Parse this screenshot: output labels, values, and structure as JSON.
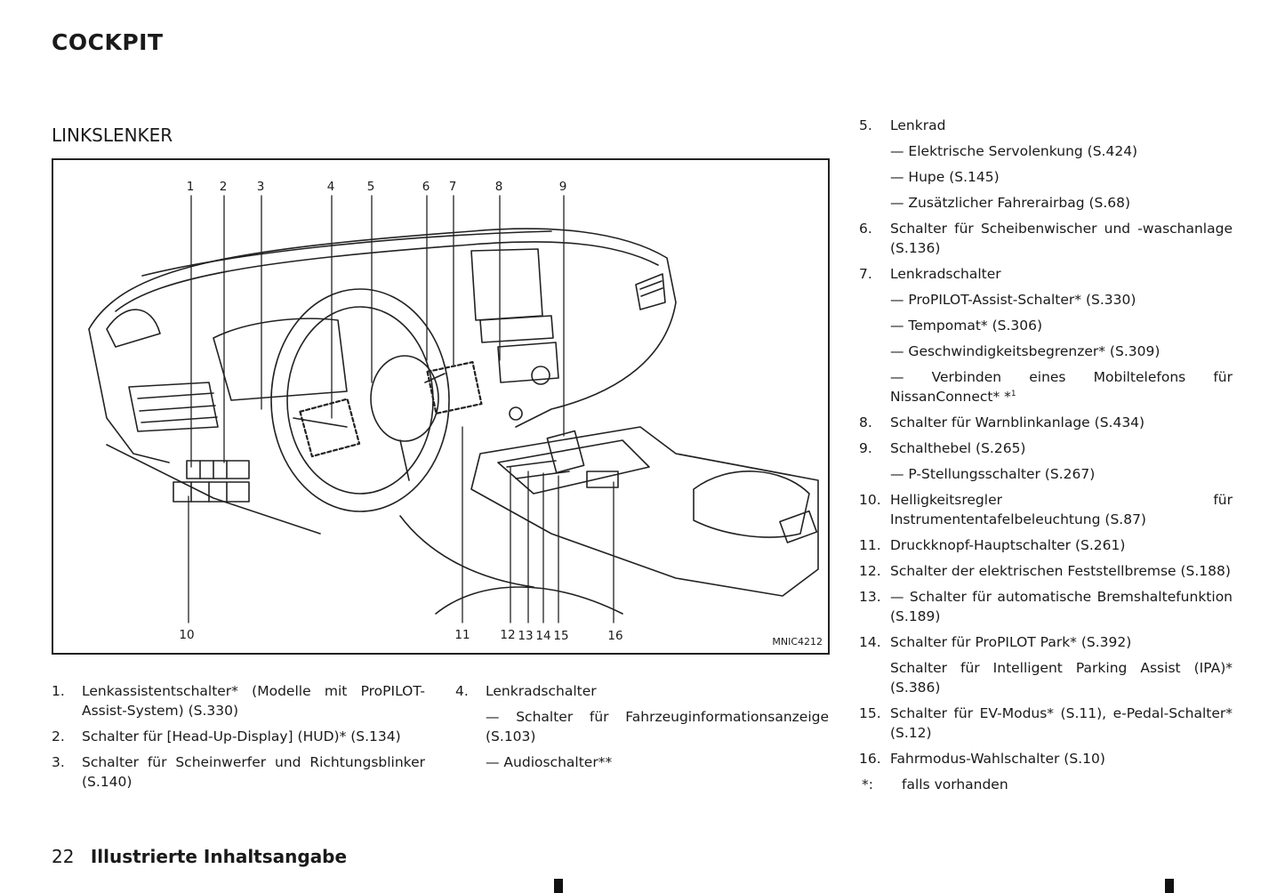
{
  "page": {
    "title": "COCKPIT",
    "section": "LINKSLENKER",
    "figure_code": "MNIC4212",
    "callouts_top": [
      "1",
      "2",
      "3",
      "4",
      "5",
      "6",
      "7",
      "8",
      "9"
    ],
    "callouts_bottom": [
      "10",
      "11",
      "12",
      "13",
      "14",
      "15",
      "16"
    ]
  },
  "col1": [
    {
      "num": "1.",
      "text": "Lenkassistentschalter* (Modelle mit ProPILOT-Assist-System) (S.330)"
    },
    {
      "num": "2.",
      "text": "Schalter für [Head-Up-Display] (HUD)* (S.134)"
    },
    {
      "num": "3.",
      "text": "Schalter für Scheinwerfer und Richtungsblinker (S.140)"
    }
  ],
  "col2": {
    "num": "4.",
    "text": "Lenkradschalter",
    "subs": [
      "— Schalter für Fahrzeuginformationsanzeige (S.103)",
      "— Audioschalter**"
    ]
  },
  "col3": {
    "i5": {
      "num": "5.",
      "text": "Lenkrad",
      "subs": [
        "— Elektrische Servolenkung (S.424)",
        "— Hupe (S.145)",
        "— Zusätzlicher Fahrerairbag (S.68)"
      ]
    },
    "i6": {
      "num": "6.",
      "text": "Schalter für Scheibenwischer und -waschanlage (S.136)"
    },
    "i7": {
      "num": "7.",
      "text": "Lenkradschalter",
      "subs": [
        "— ProPILOT-Assist-Schalter* (S.330)",
        "— Tempomat* (S.306)",
        "— Geschwindigkeitsbegrenzer* (S.309)"
      ],
      "sub_last": "— Verbinden eines Mobiltelefons für NissanConnect* *",
      "sub_last_sup": "1"
    },
    "i8": {
      "num": "8.",
      "text": "Schalter für Warnblinkanlage (S.434)"
    },
    "i9": {
      "num": "9.",
      "text": "Schalthebel (S.265)",
      "subs": [
        "— P-Stellungsschalter (S.267)"
      ]
    },
    "i10": {
      "num": "10.",
      "text": "Helligkeitsregler für Instrumententafelbeleuchtung (S.87)"
    },
    "i11": {
      "num": "11.",
      "text": "Druckknopf-Hauptschalter (S.261)"
    },
    "i12": {
      "num": "12.",
      "text": "Schalter der elektrischen Feststellbremse (S.188)"
    },
    "i13": {
      "num": "13.",
      "text": "— Schalter für automatische Bremshaltefunktion (S.189)"
    },
    "i14": {
      "num": "14.",
      "text": "Schalter für ProPILOT Park* (S.392)",
      "subs": [
        "Schalter für Intelligent Parking Assist (IPA)* (S.386)"
      ]
    },
    "i15": {
      "num": "15.",
      "text": "Schalter für EV-Modus* (S.11), e-Pedal-Schalter* (S.12)"
    },
    "i16": {
      "num": "16.",
      "text": "Fahrmodus-Wahlschalter (S.10)"
    },
    "note": {
      "num": "*:",
      "text": "falls vorhanden"
    }
  },
  "footer": {
    "page_number": "22",
    "text": "Illustrierte Inhaltsangabe"
  }
}
